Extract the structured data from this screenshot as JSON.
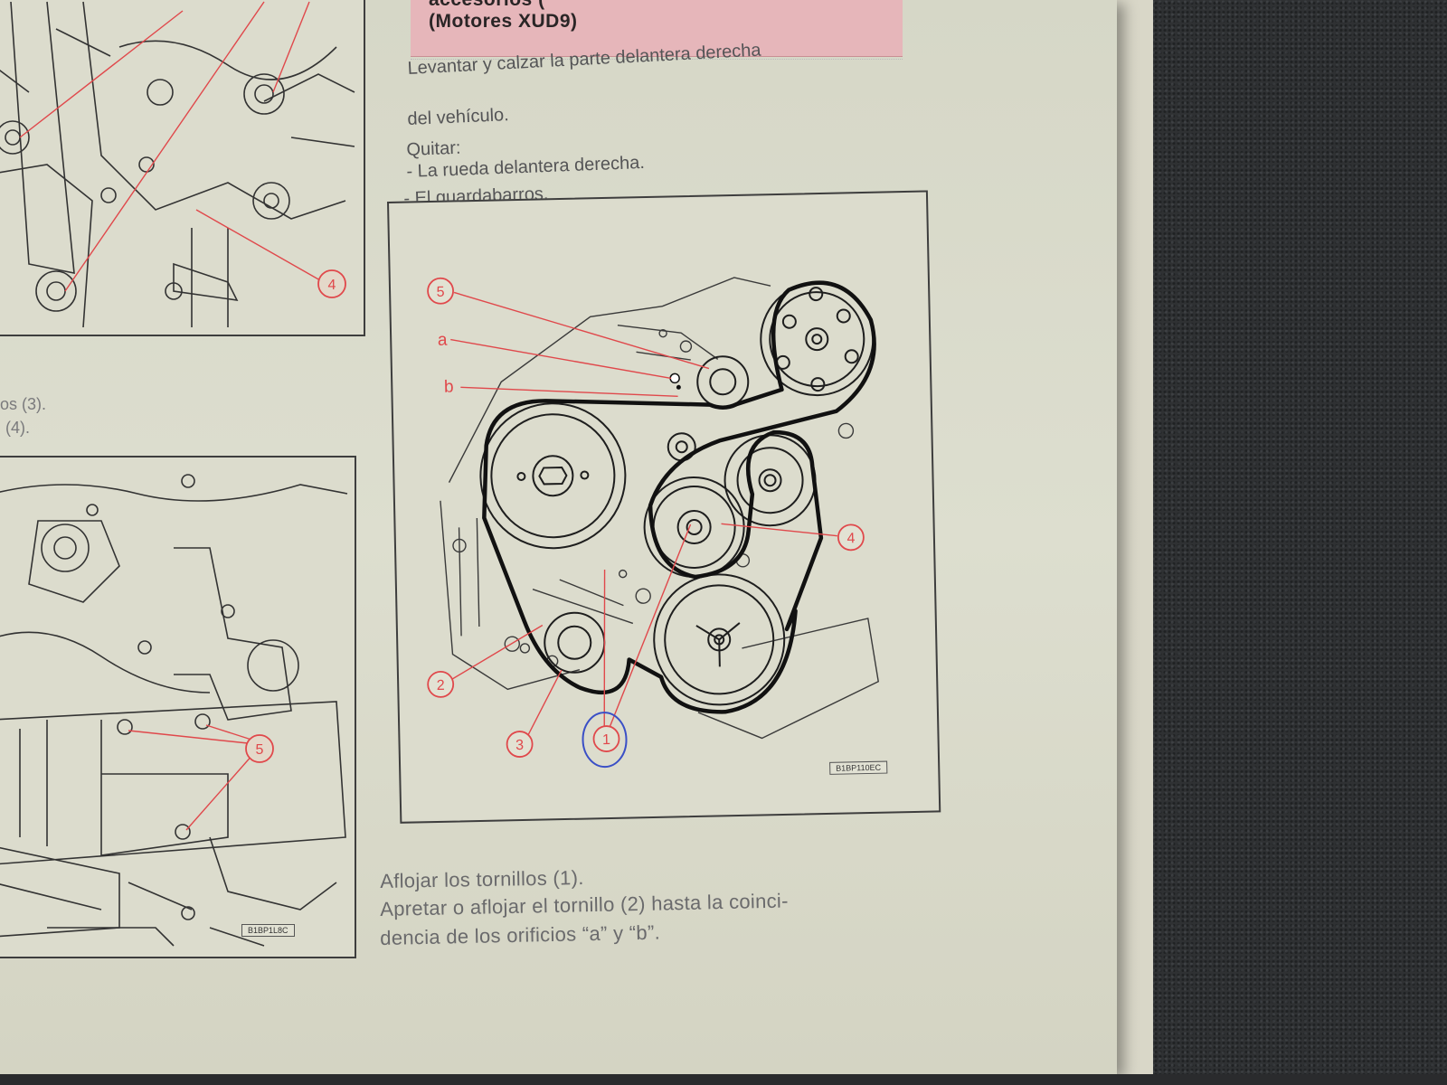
{
  "header": {
    "line1": "accesorios (",
    "line2": "(Motores XUD9)"
  },
  "intro": {
    "line1": "Levantar y calzar la parte delantera derecha",
    "line2": "del vehículo.",
    "line3": "Quitar:",
    "line4": "- La rueda delantera derecha.",
    "line5": "- El guardabarros."
  },
  "left_margin_text": {
    "line1": "os (3).",
    "line2": "(4)."
  },
  "main_figure": {
    "labels": {
      "c5": "5",
      "a": "a",
      "b": "b",
      "c4": "4",
      "c2": "2",
      "c3": "3",
      "c1": "1"
    },
    "ref": "B1BP110EC"
  },
  "top_left_figure": {
    "labels": {
      "c4": "4"
    }
  },
  "bottom_left_figure": {
    "labels": {
      "c5": "5"
    },
    "ref": "B1BP1L8C"
  },
  "instructions": {
    "line1": "Aflojar los tornillos (1).",
    "line2": "Apretar o aflojar el tornillo (2) hasta la coinci-",
    "line3": "dencia de los orificios “a” y “b”."
  },
  "colors": {
    "header_pink": "#e6b6ba",
    "callout_red": "#e0484b",
    "pen_blue": "#3a4fc6",
    "line_art": "#2f2f2f"
  }
}
